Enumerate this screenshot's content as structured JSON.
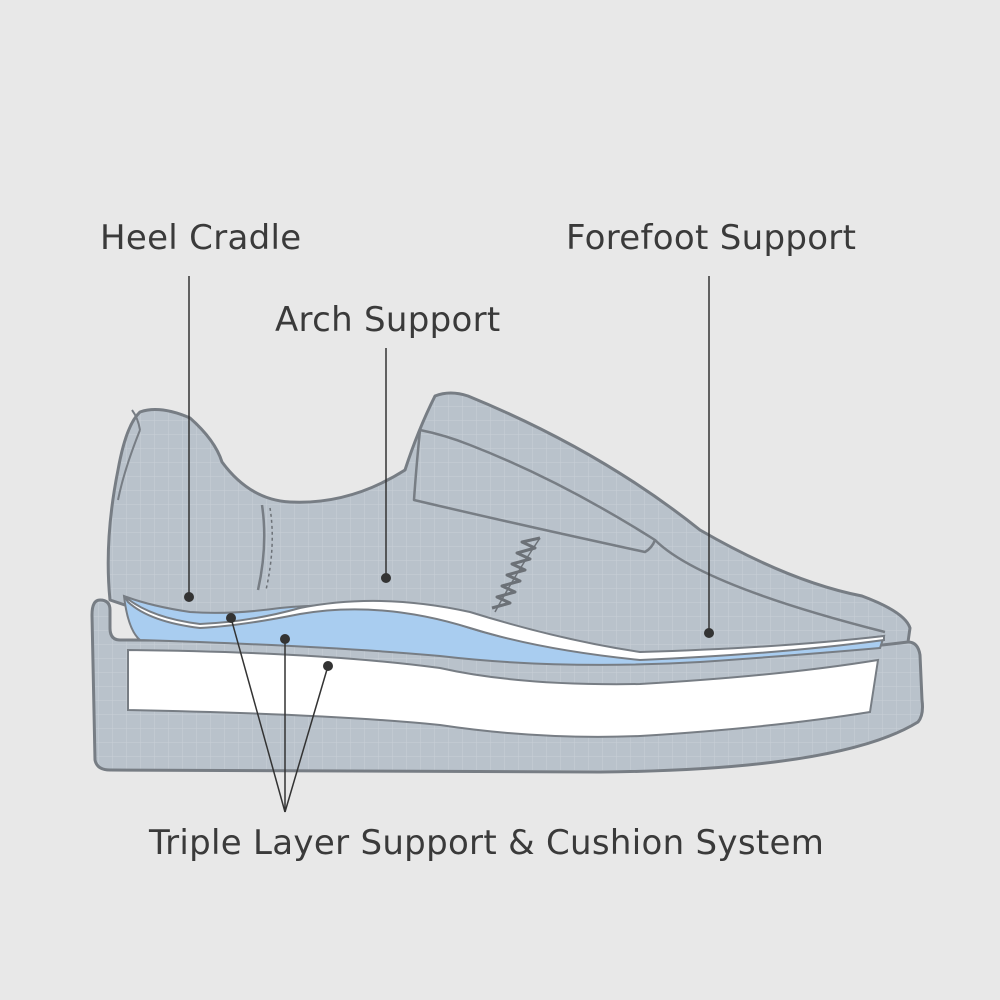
{
  "labels": {
    "heel_cradle": "Heel Cradle",
    "arch_support": "Arch Support",
    "forefoot_support": "Forefoot Support",
    "system": "Triple Layer Support & Cushion System"
  },
  "icons": {
    "shoe": "shoe-illustration",
    "insole_layers": "insole-cross-section"
  },
  "colors": {
    "background": "#e8e8e8",
    "shoe_fill": "#b9c2cb",
    "shoe_outline": "#777d84",
    "grid_line": "#c9d0d7",
    "insole_blue": "#a9cdf0",
    "foam_white": "#ffffff",
    "stitch": "#6c7177",
    "text": "#3a3a3a",
    "leader_line": "#333333"
  }
}
